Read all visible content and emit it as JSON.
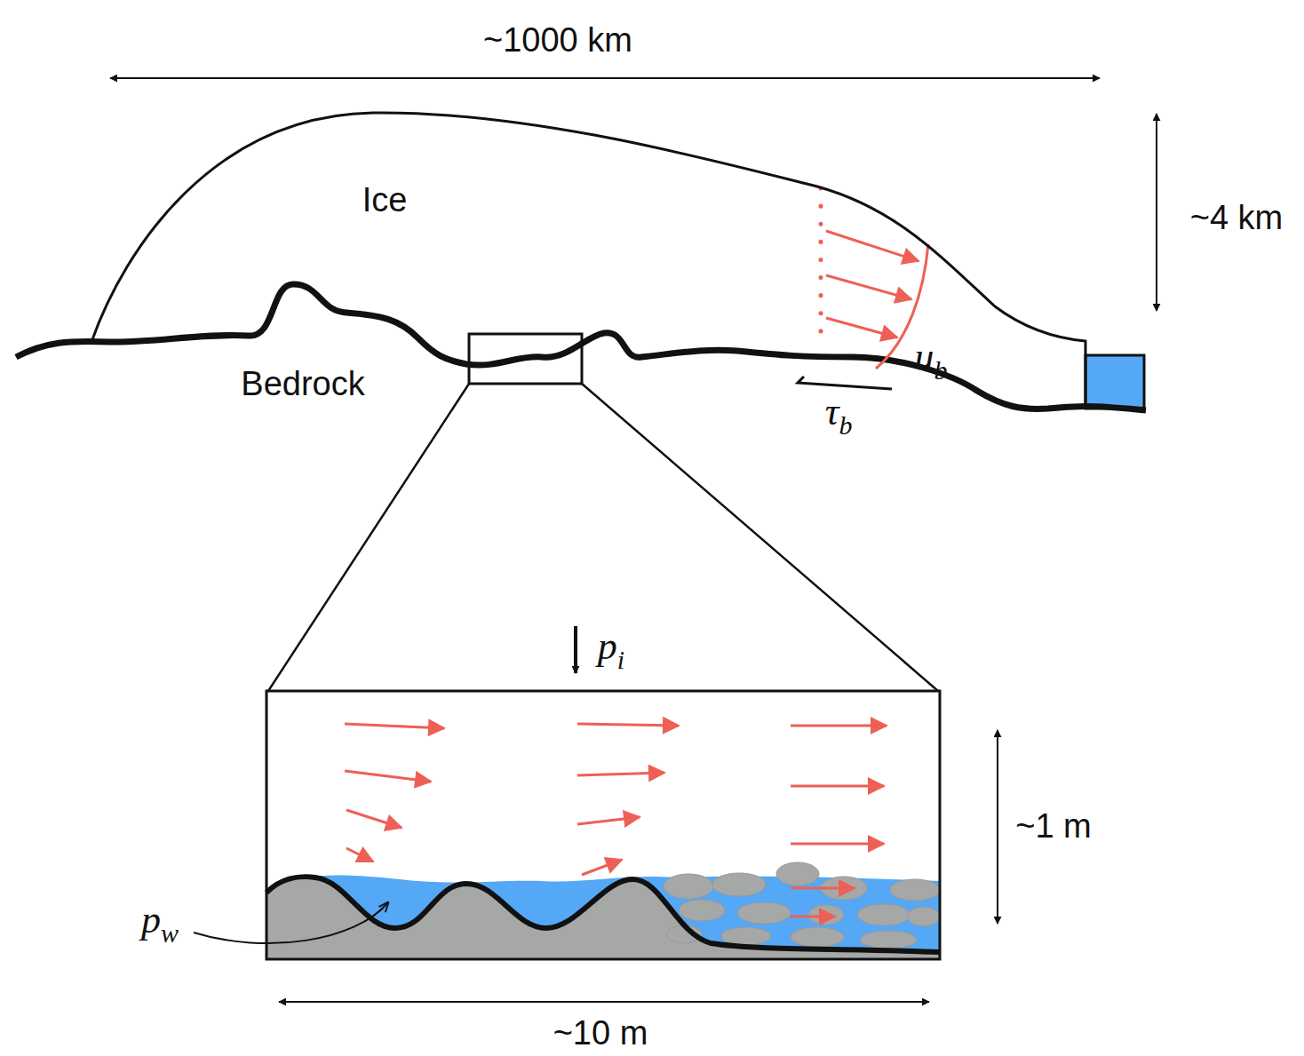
{
  "diagram": {
    "nodes": [
      {
        "text": [
          "Ice"
        ]
      }
    ],
    "labels": [
      "~1000 km",
      "~4 km",
      "Bedrock",
      "ub",
      "τb",
      "pi",
      "pw",
      "~1 m",
      "~10 m"
    ]
  }
}
